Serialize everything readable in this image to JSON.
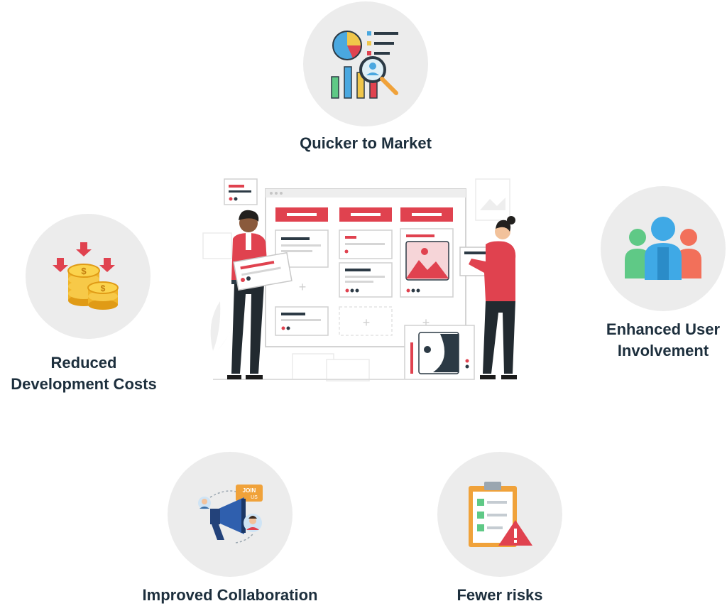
{
  "benefits": {
    "top": {
      "label": "Quicker to Market",
      "icon": "analytics-icon"
    },
    "left": {
      "line1": "Reduced",
      "line2": "Development Costs",
      "icon": "coins-icon"
    },
    "right": {
      "line1": "Enhanced User",
      "line2": "Involvement",
      "icon": "users-icon"
    },
    "bottom_left": {
      "label": "Improved Collaboration",
      "icon": "megaphone-icon",
      "badge_line1": "JOIN",
      "badge_line2": "US"
    },
    "bottom_right": {
      "label": "Fewer risks",
      "icon": "checklist-warning-icon"
    }
  },
  "colors": {
    "circle": "#ececec",
    "text": "#1d2f3d",
    "accent_red": "#e0424f",
    "dark": "#2c3a45"
  }
}
